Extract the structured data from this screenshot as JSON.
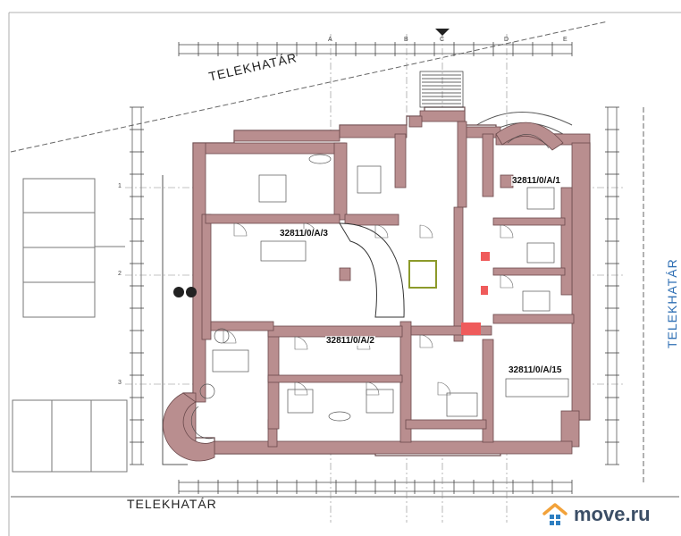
{
  "document": {
    "type": "architectural-floor-plan",
    "boundary_label_top": "TELEKHATÁR",
    "boundary_label_bottom": "TELEKHATÁR",
    "boundary_label_right": "TELEKHATÁR",
    "units": [
      {
        "id": "a1",
        "label": "32811/0/A/1"
      },
      {
        "id": "a3",
        "label": "32811/0/A/3"
      },
      {
        "id": "a2",
        "label": "32811/0/A/2"
      },
      {
        "id": "a15",
        "label": "32811/0/A/15"
      }
    ],
    "grid_axes_top": [
      "A",
      "B",
      "C",
      "D",
      "E"
    ],
    "grid_axes_side": [
      "1",
      "2",
      "3"
    ]
  },
  "colors": {
    "wall": "#b98e8f",
    "wall_edge": "#6b4a4c",
    "highlight": "#ef5b5b",
    "stair_frame": "#8c9a2a",
    "line": "#555555",
    "brand_orange": "#f2a23a",
    "brand_blue": "#2f7fc1",
    "brand_text": "#3b4e66"
  },
  "watermark": {
    "text": "move.ru",
    "icon": "house-logo-icon"
  }
}
